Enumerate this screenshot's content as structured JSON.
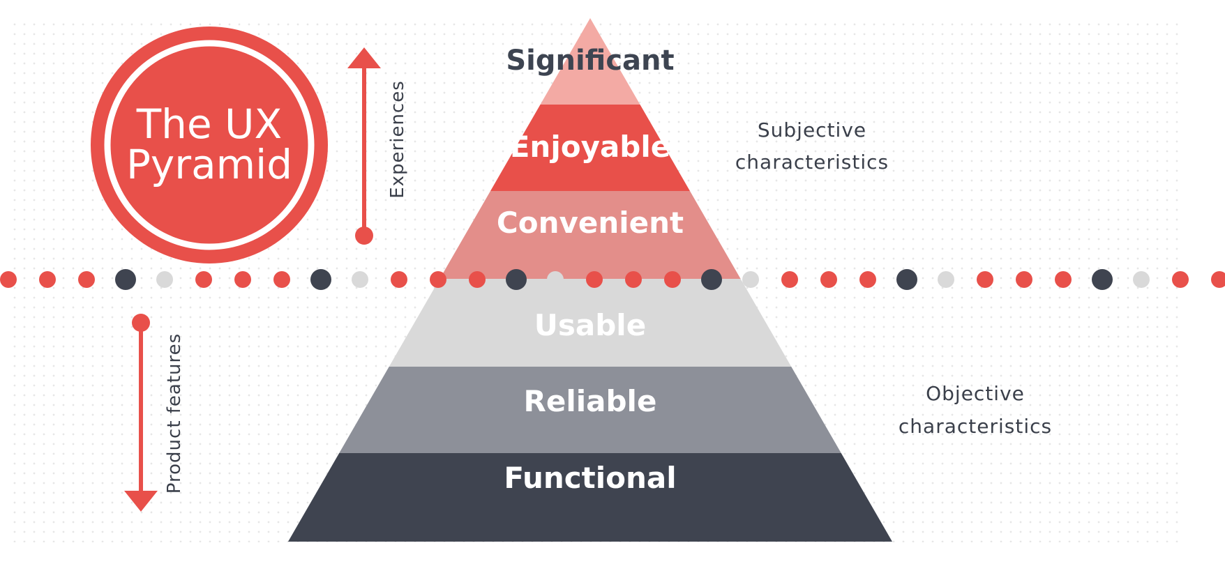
{
  "title": {
    "line1": "The UX",
    "line2": "Pyramid"
  },
  "arrows": {
    "up_label": "Experiences",
    "down_label": "Product features"
  },
  "pyramid": {
    "tiers": [
      {
        "label": "Significant",
        "color": "#f3aaa4",
        "text_color": "#3d4451"
      },
      {
        "label": "Enjoyable",
        "color": "#e8504a",
        "text_color": "#ffffff"
      },
      {
        "label": "Convenient",
        "color": "#e38e8a",
        "text_color": "#ffffff"
      },
      {
        "label": "Usable",
        "color": "#d9d9d9",
        "text_color": "#ffffff"
      },
      {
        "label": "Reliable",
        "color": "#8d9099",
        "text_color": "#ffffff"
      },
      {
        "label": "Functional",
        "color": "#3f4450",
        "text_color": "#ffffff"
      }
    ]
  },
  "notes": {
    "subjective": {
      "line1": "Subjective",
      "line2": "characteristics"
    },
    "objective": {
      "line1": "Objective",
      "line2": "characteristics"
    }
  },
  "colors": {
    "accent": "#e8504a",
    "dark": "#3f4450",
    "light_dot": "#d9d9d9",
    "grid_dot": "#e6e6e6"
  },
  "divider": {
    "pattern": [
      "red",
      "red",
      "red",
      "dark",
      "light",
      "red",
      "red",
      "red",
      "dark",
      "light"
    ]
  }
}
